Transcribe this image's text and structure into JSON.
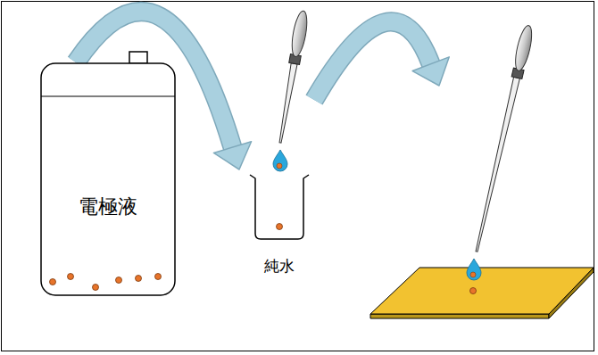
{
  "diagram": {
    "nodes": [
      {
        "text": [
          "電極液"
        ]
      },
      {
        "text": [
          "純水"
        ]
      }
    ],
    "edges": [
      {
        "from": 0,
        "to": 1,
        "arrow": "to"
      }
    ]
  }
}
